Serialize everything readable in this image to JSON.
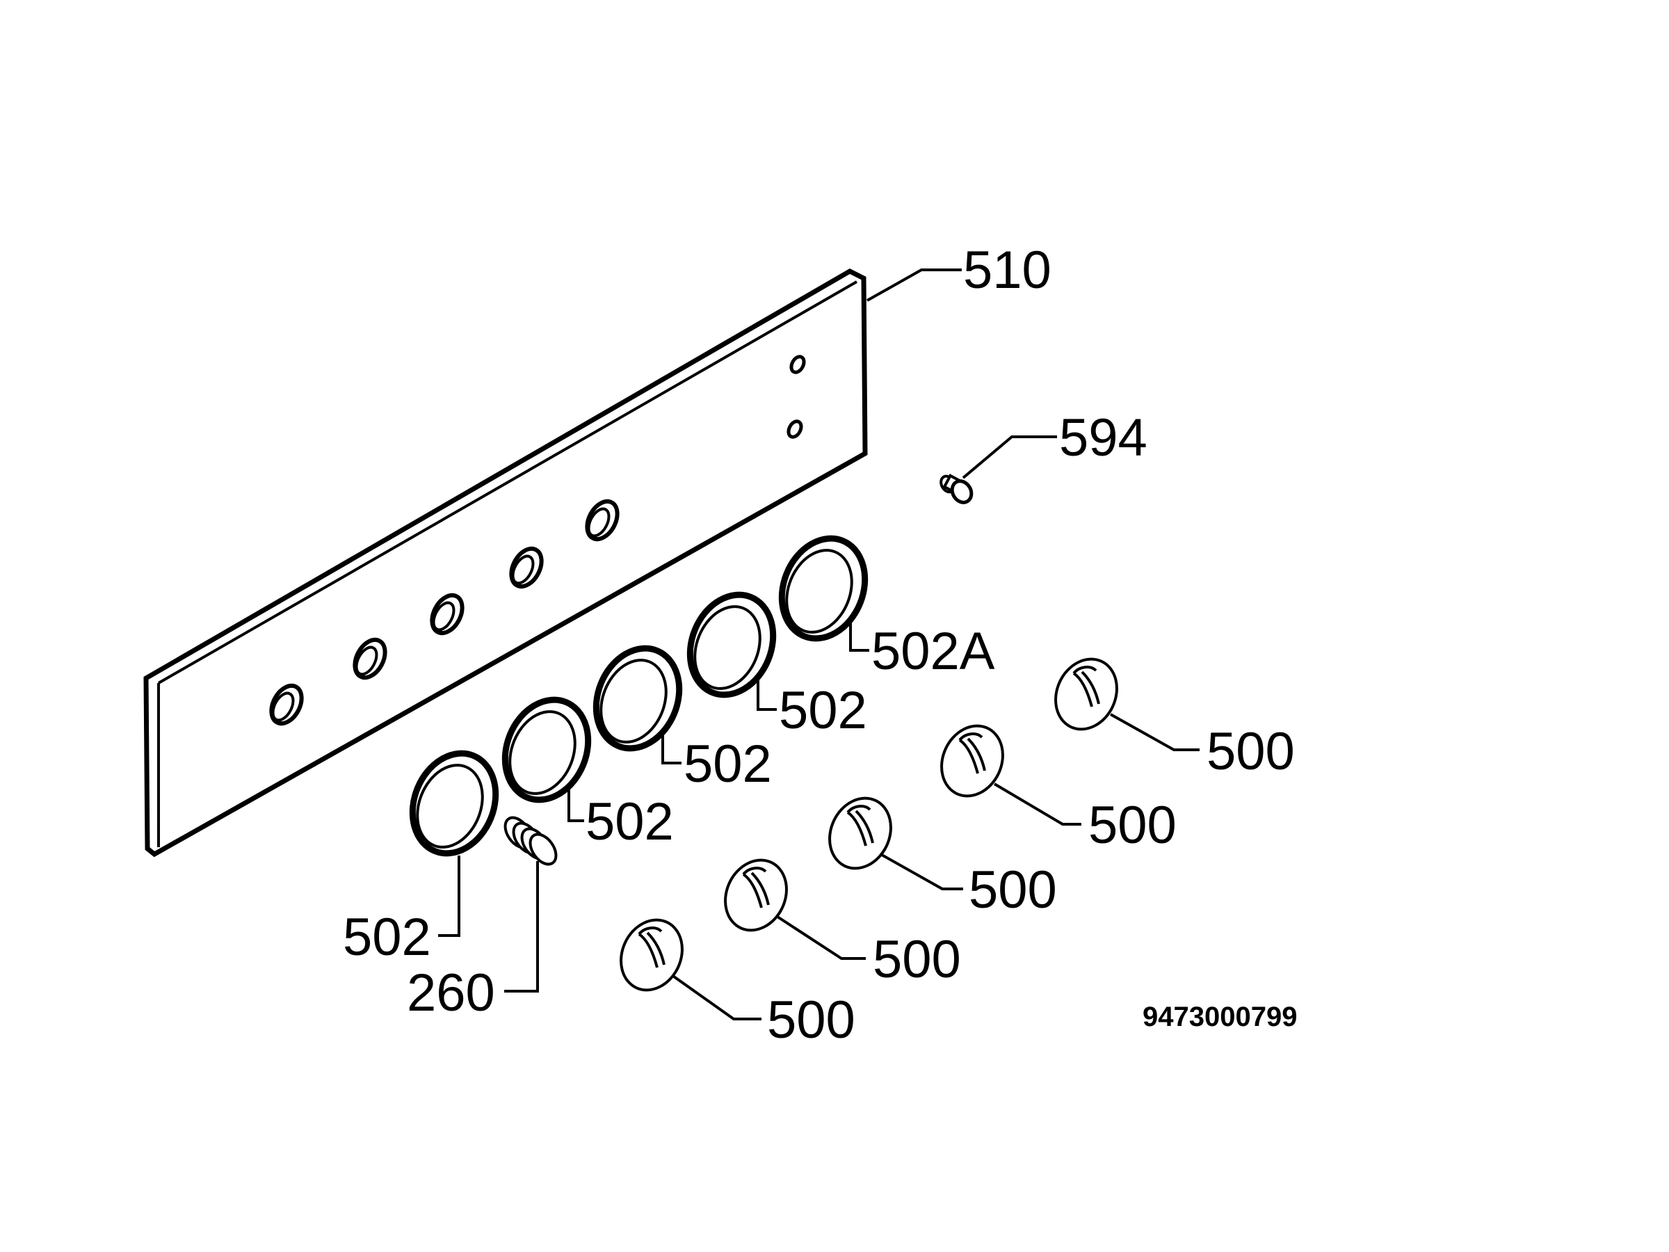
{
  "parts": {
    "panel": "510",
    "screw": "594",
    "ring_a": "502A",
    "ring_1": "502",
    "ring_2": "502",
    "ring_3": "502",
    "ring_4": "502",
    "spring": "260",
    "knob_1": "500",
    "knob_2": "500",
    "knob_3": "500",
    "knob_4": "500",
    "knob_5": "500"
  },
  "drawing_number": "9473000799"
}
